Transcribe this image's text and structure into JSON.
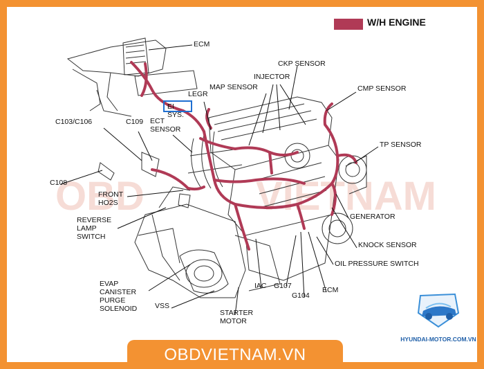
{
  "legend": {
    "label": "W/H ENGINE",
    "color": "#b03a56"
  },
  "highlight": {
    "label": "EI SYS.",
    "color": "#1f6fd1"
  },
  "labels": {
    "ecm_top": "ECM",
    "ckp_sensor": "CKP SENSOR",
    "injector": "INJECTOR",
    "map_sensor": "MAP SENSOR",
    "cmp_sensor": "CMP SENSOR",
    "legr": "LEGR",
    "c103_c106": "C103/C106",
    "c109": "C109",
    "ect_sensor": "ECT\nSENSOR",
    "tp_sensor": "TP SENSOR",
    "c108": "C108",
    "front_ho2s": "FRONT\nHO2S",
    "generator": "GENERATOR",
    "reverse_lamp_switch": "REVERSE\nLAMP\nSWITCH",
    "knock_sensor": "KNOCK SENSOR",
    "oil_pressure_switch": "OIL PRESSURE SWITCH",
    "evap_canister": "EVAP\nCANISTER\nPURGE\nSOLENOID",
    "iac": "IAC",
    "g107": "G107",
    "ecm_bottom": "ECM",
    "g104": "G104",
    "vss": "VSS",
    "starter_motor": "STARTER\nMOTOR"
  },
  "watermark": {
    "left": "OBD",
    "right": "VIETNAM"
  },
  "footer": {
    "text": "OBDVIETNAM.VN",
    "bg": "#f39232"
  },
  "logo": {
    "text": "HYUNDAI-MOTOR.COM.VN",
    "color": "#1f5fa8"
  }
}
